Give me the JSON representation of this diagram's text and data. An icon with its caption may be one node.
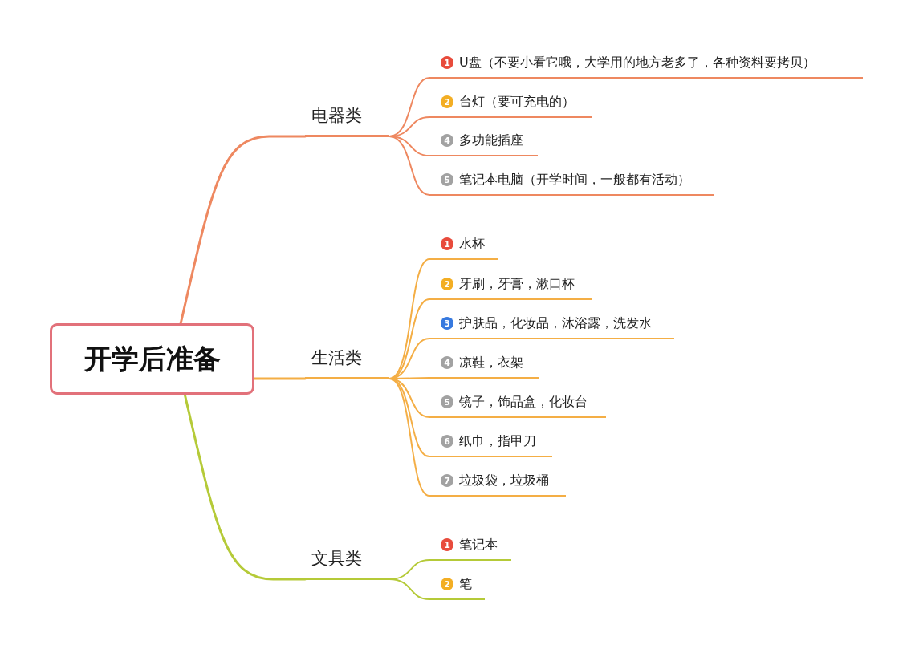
{
  "diagram": {
    "nodes": [
      {
        "text": [
          "开学后准备"
        ]
      },
      {
        "text": [
          "电器类"
        ]
      },
      {
        "text": [
          "1",
          "U盘（不要小看它哦，大学用的地方老多了，各种资料要拷贝）"
        ]
      },
      {
        "text": [
          "2",
          "台灯（要可充电的）"
        ]
      },
      {
        "text": [
          "4",
          "多功能插座"
        ]
      },
      {
        "text": [
          "5",
          "笔记本电脑（开学时间，一般都有活动）"
        ]
      },
      {
        "text": [
          "生活类"
        ]
      },
      {
        "text": [
          "1",
          "水杯"
        ]
      },
      {
        "text": [
          "2",
          "牙刷，牙膏，漱口杯"
        ]
      },
      {
        "text": [
          "3",
          "护肤品，化妆品，沐浴露，洗发水"
        ]
      },
      {
        "text": [
          "4",
          "凉鞋，衣架"
        ]
      },
      {
        "text": [
          "5",
          "镜子，饰品盒，化妆台"
        ]
      },
      {
        "text": [
          "6",
          "纸巾，指甲刀"
        ]
      },
      {
        "text": [
          "7",
          "垃圾袋，垃圾桶"
        ]
      },
      {
        "text": [
          "文具类"
        ]
      },
      {
        "text": [
          "1",
          "笔记本"
        ]
      },
      {
        "text": [
          "2",
          "笔"
        ]
      }
    ],
    "edges": [
      {
        "from": 0,
        "to": 1,
        "arrow": "none",
        "color": "#ee8860"
      },
      {
        "from": 1,
        "to": 2,
        "arrow": "none",
        "color": "#ee8860"
      },
      {
        "from": 1,
        "to": 3,
        "arrow": "none",
        "color": "#ee8860"
      },
      {
        "from": 1,
        "to": 4,
        "arrow": "none",
        "color": "#ee8860"
      },
      {
        "from": 1,
        "to": 5,
        "arrow": "none",
        "color": "#ee8860"
      },
      {
        "from": 0,
        "to": 6,
        "arrow": "none"
      },
      {
        "from": 6,
        "to": 7,
        "arrow": "none"
      },
      {
        "from": 6,
        "to": 8,
        "arrow": "none"
      },
      {
        "from": 6,
        "to": 9,
        "arrow": "none"
      },
      {
        "from": 6,
        "to": 10,
        "arrow": "none"
      },
      {
        "from": 6,
        "to": 11,
        "arrow": "none"
      },
      {
        "from": 6,
        "to": 12,
        "arrow": "none"
      },
      {
        "from": 6,
        "to": 13,
        "arrow": "none"
      },
      {
        "from": 0,
        "to": 14,
        "arrow": "none",
        "color": "#b5ca38"
      },
      {
        "from": 14,
        "to": 15,
        "arrow": "none",
        "color": "#b5ca38"
      },
      {
        "from": 14,
        "to": 16,
        "arrow": "none",
        "color": "#b5ca38"
      }
    ]
  }
}
